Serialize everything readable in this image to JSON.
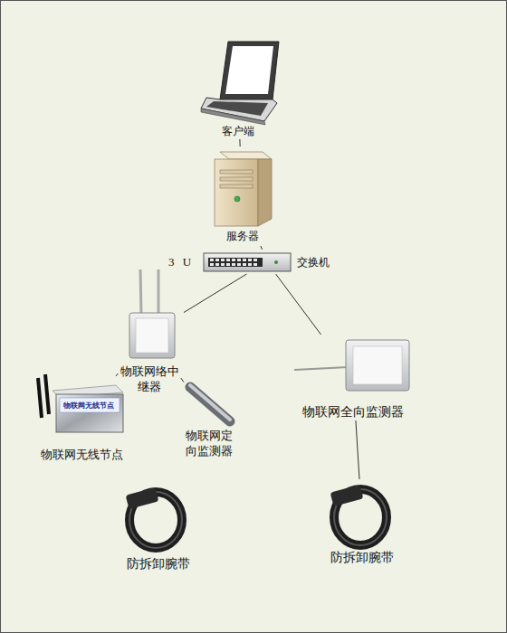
{
  "diagram": {
    "nodes": [
      {
        "text": [
          "客户端"
        ]
      },
      {
        "text": [
          "服务器"
        ]
      },
      {
        "text": [
          "交换机"
        ]
      },
      {
        "text": [
          "物联网络中继器"
        ]
      },
      {
        "text": [
          "物联网全向监测器"
        ]
      },
      {
        "text": [
          "物联网无线节点"
        ]
      },
      {
        "text": [
          "物联网定向监测器"
        ]
      },
      {
        "text": [
          "防拆卸腕带"
        ]
      },
      {
        "text": [
          "防拆卸腕带"
        ]
      }
    ],
    "edges": [
      {
        "from": 0,
        "to": 1,
        "arrow": "none"
      },
      {
        "from": 1,
        "to": 2,
        "arrow": "none"
      },
      {
        "from": 2,
        "to": 3,
        "arrow": "none"
      },
      {
        "from": 2,
        "to": 4,
        "arrow": "none"
      },
      {
        "from": 3,
        "to": 5,
        "arrow": "none"
      },
      {
        "from": 3,
        "to": 6,
        "arrow": "none"
      },
      {
        "from": 4,
        "to": 8,
        "arrow": "none"
      }
    ],
    "labels": [
      "3 U",
      "物联网无线节点"
    ]
  }
}
